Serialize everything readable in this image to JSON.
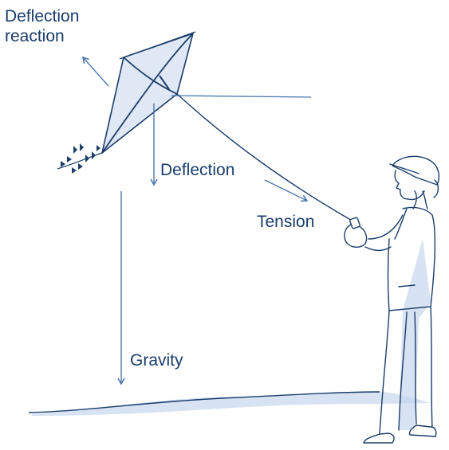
{
  "labels": {
    "deflection_reaction_line1": "Deflection",
    "deflection_reaction_line2": "reaction",
    "deflection": "Deflection",
    "tension": "Tension",
    "gravity": "Gravity"
  },
  "colors": {
    "ink": "#1a3d6b",
    "shade": "#c6d6ec",
    "arrow": "#4a77b0"
  }
}
